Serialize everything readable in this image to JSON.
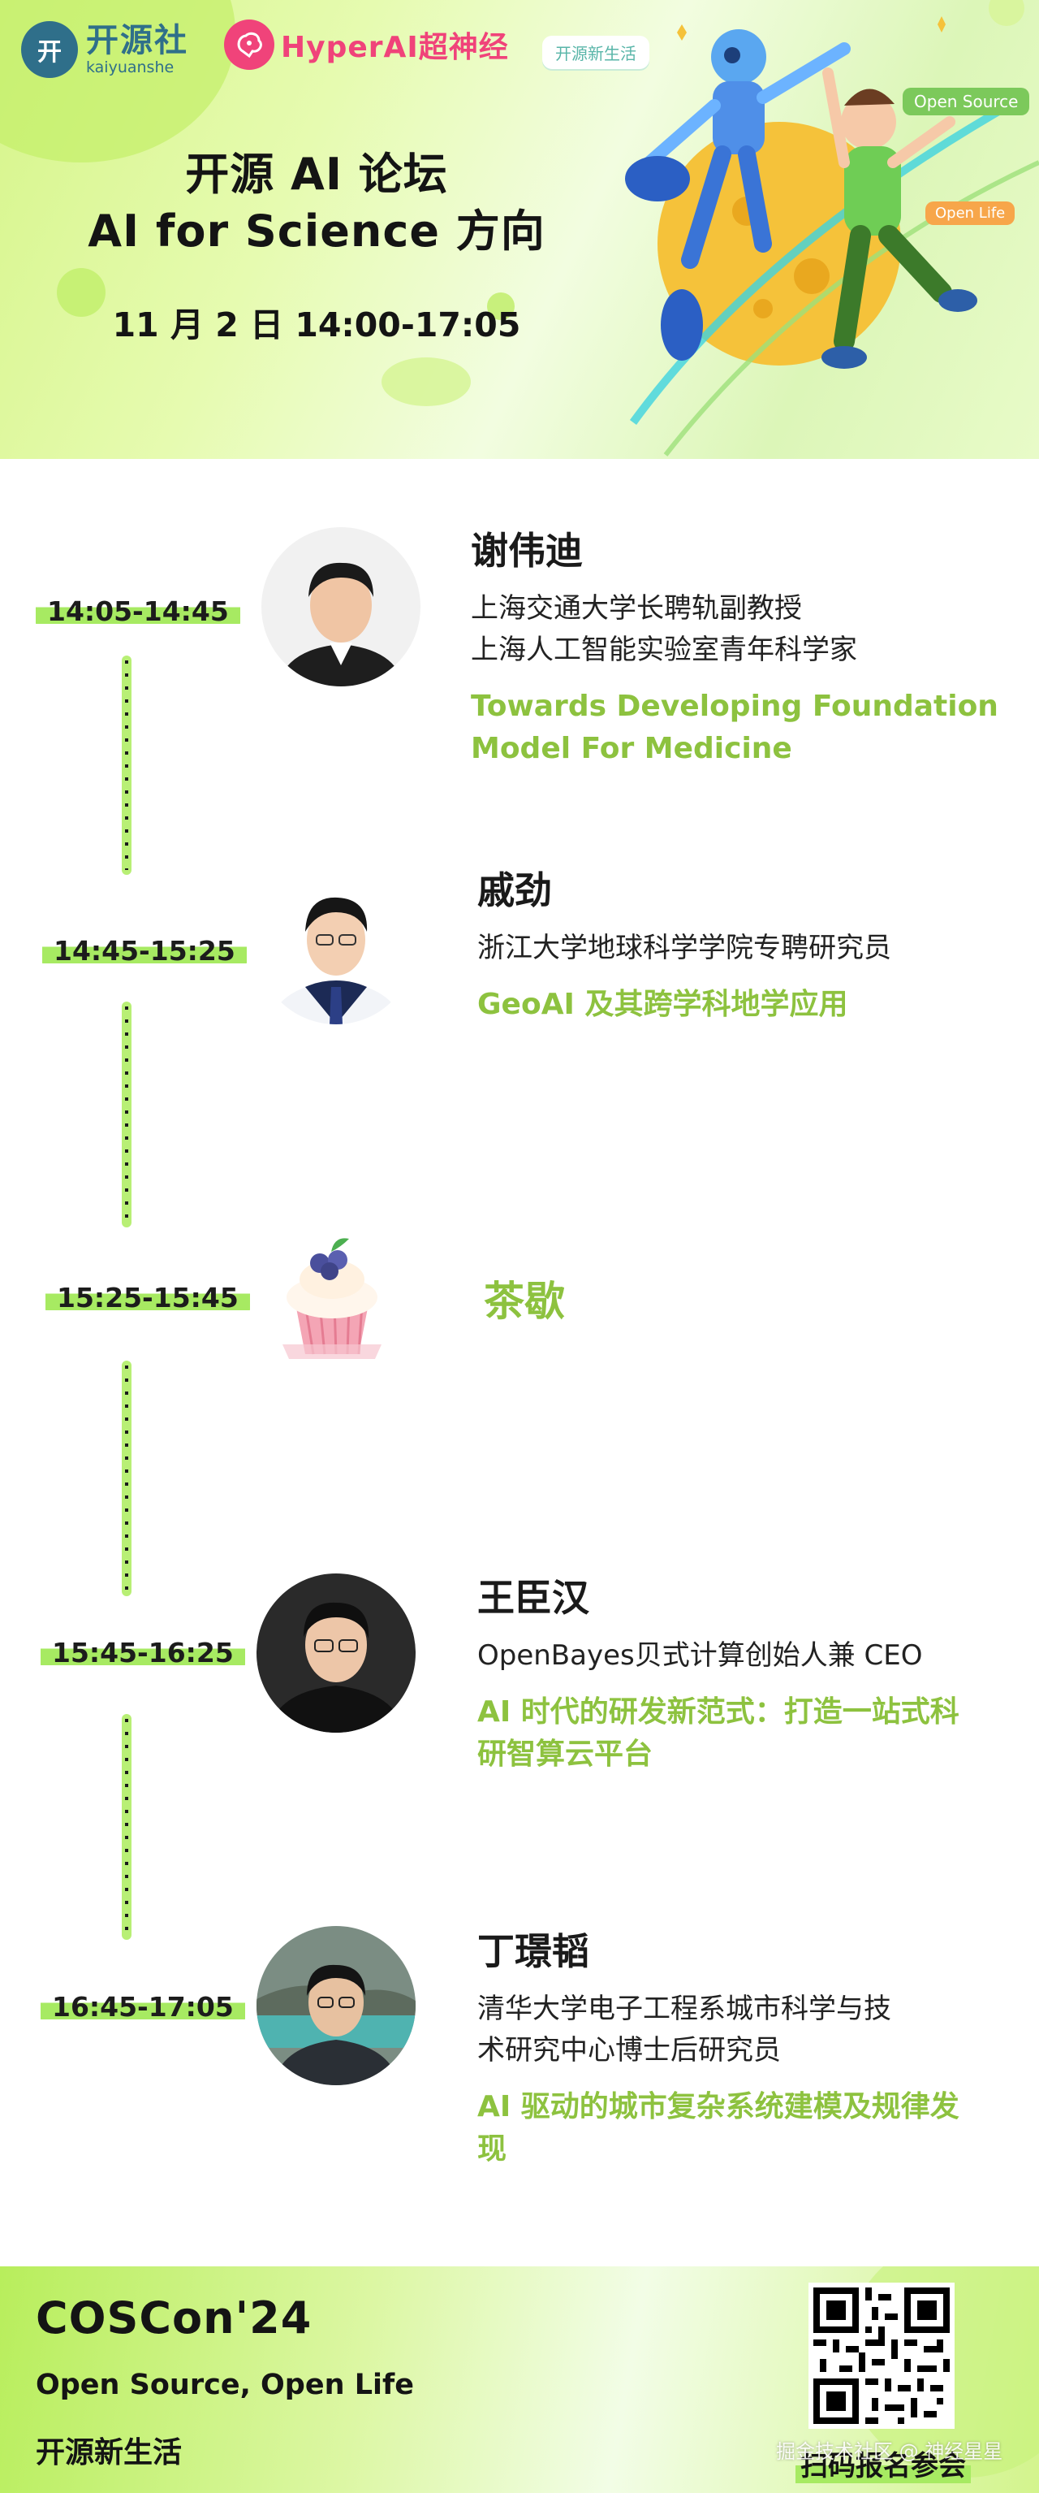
{
  "header": {
    "logo_kaiyuanshe": {
      "cn": "开源社",
      "en": "kaiyuanshe"
    },
    "logo_hyperai": {
      "text": "HyperAI超神经"
    },
    "tag": "开源新生活",
    "title_lines": [
      "开源 AI 论坛",
      "AI for Science 方向"
    ],
    "date": "11 月 2 日 14:00-17:05",
    "illustration": {
      "open_source_tag": "Open Source",
      "open_life_tag": "Open Life"
    }
  },
  "schedule": [
    {
      "time": "14:05-14:45",
      "name": "谢伟迪",
      "affiliation": [
        "上海交通大学长聘轨副教授",
        "上海人工智能实验室青年科学家"
      ],
      "topic": [
        "Towards Developing Foundation",
        "Model For Medicine"
      ]
    },
    {
      "time": "14:45-15:25",
      "name": "戚劲",
      "affiliation": [
        "浙江大学地球科学学院专聘研究员"
      ],
      "topic": [
        "GeoAI 及其跨学科地学应用"
      ]
    },
    {
      "time": "15:25-15:45",
      "break_label": "茶歇"
    },
    {
      "time": "15:45-16:25",
      "name": "王臣汉",
      "affiliation": [
        "OpenBayes贝式计算创始人兼 CEO"
      ],
      "topic": [
        "AI 时代的研发新范式：打造一站式科",
        "研智算云平台"
      ]
    },
    {
      "time": "16:45-17:05",
      "name": "丁璟韬",
      "affiliation": [
        "清华大学电子工程系城市科学与技",
        "术研究中心博士后研究员"
      ],
      "topic": [
        "AI 驱动的城市复杂系统建模及规律发",
        "现"
      ]
    }
  ],
  "footer": {
    "brand": "COSCon'24",
    "slogan": "Open Source, Open Life",
    "cn_slogan": "开源新生活",
    "qr_label": "扫码报名参会",
    "watermark": "掘金技术社区 @ 神经星星"
  },
  "colors": {
    "accent_green": "#8dc23f",
    "highlight": "#a7ea62",
    "hyper_pink": "#f0437a",
    "kys_blue": "#2f6f8a"
  }
}
